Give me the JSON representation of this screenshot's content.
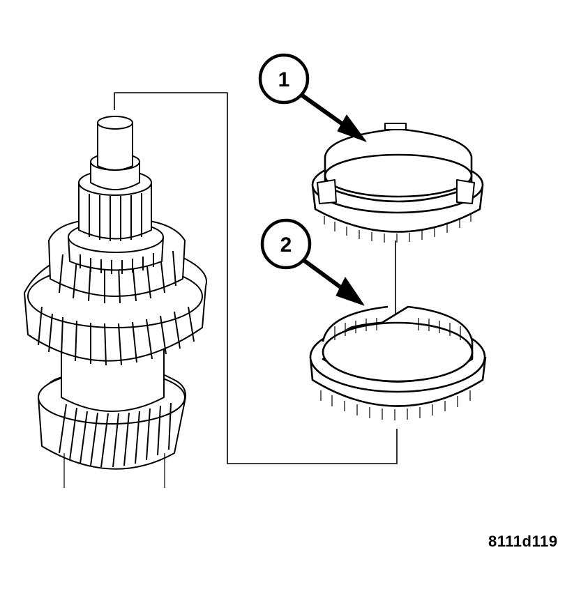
{
  "diagram": {
    "figure_id": "8111d119",
    "subject": "transmission gear shaft with synchronizer rings",
    "callouts": [
      {
        "number": "1",
        "target": "synchronizer-ring-upper"
      },
      {
        "number": "2",
        "target": "synchronizer-ring-lower"
      }
    ],
    "colors": {
      "line": "#000000",
      "background": "#ffffff"
    }
  }
}
